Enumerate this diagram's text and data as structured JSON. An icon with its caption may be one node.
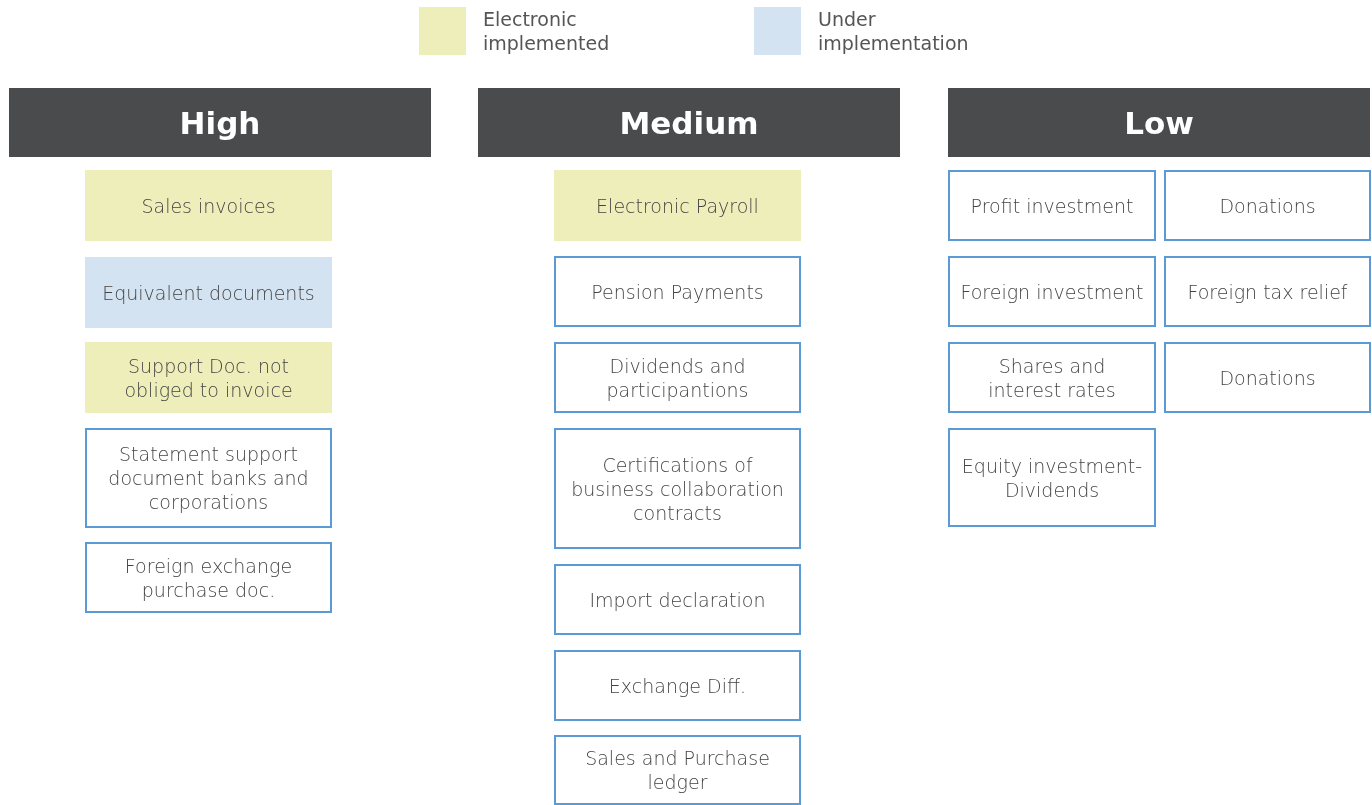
{
  "diagram": {
    "nodes": [
      {
        "text": [
          "High"
        ]
      },
      {
        "text": [
          "Sales invoices"
        ]
      },
      {
        "text": [
          "Equivalent documents"
        ]
      },
      {
        "text": [
          "Support Doc. not obliged to invoice"
        ]
      },
      {
        "text": [
          "Statement support document banks and corporations"
        ]
      },
      {
        "text": [
          "Foreign exchange purchase doc."
        ]
      },
      {
        "text": [
          "Medium"
        ]
      },
      {
        "text": [
          "Electronic Payroll"
        ]
      },
      {
        "text": [
          "Pension Payments"
        ]
      },
      {
        "text": [
          "Dividends and participantions"
        ]
      },
      {
        "text": [
          "Certifications of business collaboration contracts"
        ]
      },
      {
        "text": [
          "Import declaration"
        ]
      },
      {
        "text": [
          "Exchange Diff."
        ]
      },
      {
        "text": [
          "Sales and Purchase ledger"
        ]
      },
      {
        "text": [
          "Low"
        ]
      },
      {
        "text": [
          "Profit investment"
        ]
      },
      {
        "text": [
          "Donations"
        ]
      },
      {
        "text": [
          "Foreign investment"
        ]
      },
      {
        "text": [
          "Foreign tax relief"
        ]
      },
      {
        "text": [
          "Shares and interest rates"
        ]
      },
      {
        "text": [
          "Donations"
        ]
      },
      {
        "text": [
          "Equity investment-Dividends"
        ]
      }
    ],
    "legend": [
      {
        "text": "Electronic implemented",
        "color": "#eeeebb"
      },
      {
        "text": "Under implementation",
        "color": "#d4e3f1"
      }
    ]
  }
}
